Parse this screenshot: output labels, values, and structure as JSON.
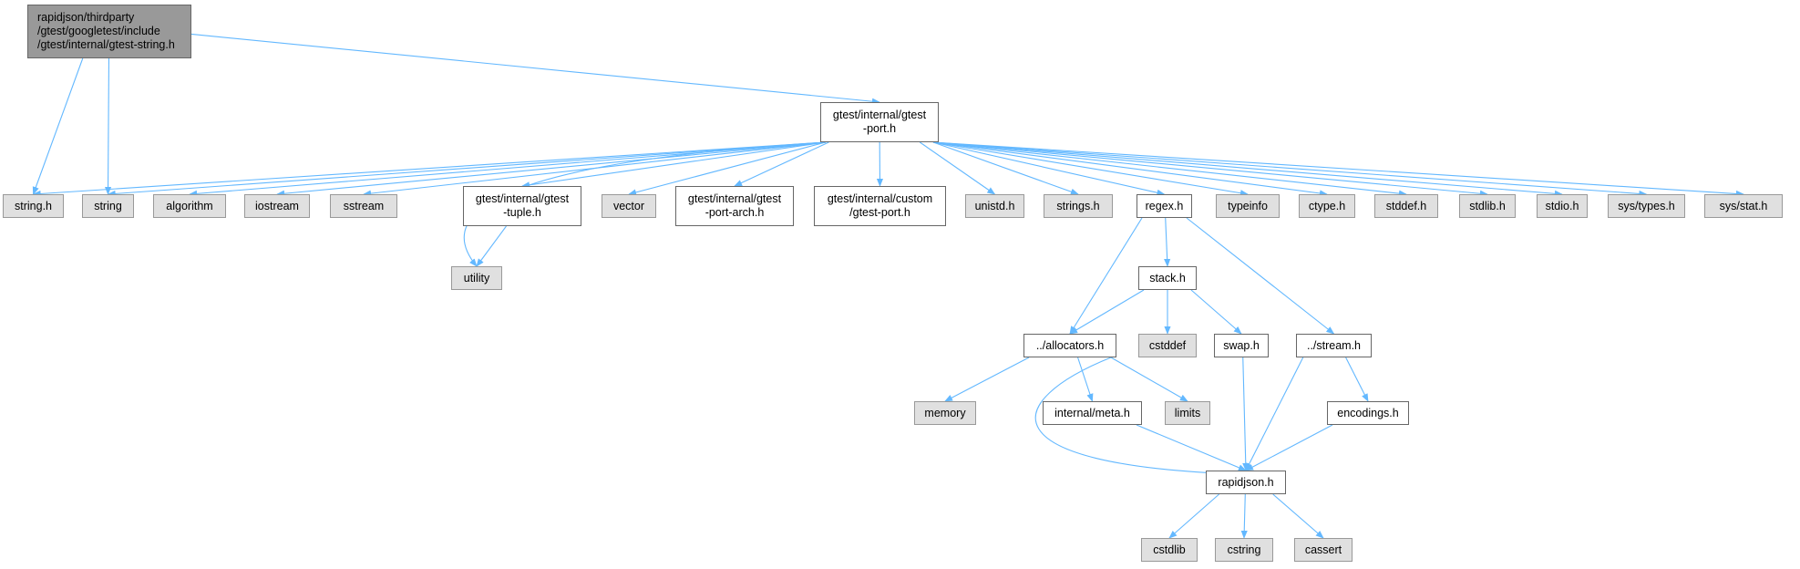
{
  "colors": {
    "edge": "#63b8ff",
    "root_fill": "#999999",
    "doc_fill": "#ffffff",
    "system_fill": "#e0e0e0",
    "border": "#666666"
  },
  "nodes": [
    {
      "id": "root",
      "label": "rapidjson/thirdparty\n/gtest/googletest/include\n/gtest/internal/gtest-string.h",
      "kind": "root"
    },
    {
      "id": "gtest_port",
      "label": "gtest/internal/gtest\n-port.h",
      "kind": "doc"
    },
    {
      "id": "string_h",
      "label": "string.h",
      "kind": "system"
    },
    {
      "id": "string",
      "label": "string",
      "kind": "system"
    },
    {
      "id": "algorithm",
      "label": "algorithm",
      "kind": "system"
    },
    {
      "id": "iostream",
      "label": "iostream",
      "kind": "system"
    },
    {
      "id": "sstream",
      "label": "sstream",
      "kind": "system"
    },
    {
      "id": "gtest_tuple",
      "label": "gtest/internal/gtest\n-tuple.h",
      "kind": "doc"
    },
    {
      "id": "vector",
      "label": "vector",
      "kind": "system"
    },
    {
      "id": "gtest_port_arch",
      "label": "gtest/internal/gtest\n-port-arch.h",
      "kind": "doc"
    },
    {
      "id": "custom_port",
      "label": "gtest/internal/custom\n/gtest-port.h",
      "kind": "doc"
    },
    {
      "id": "unistd",
      "label": "unistd.h",
      "kind": "system"
    },
    {
      "id": "strings_h",
      "label": "strings.h",
      "kind": "system"
    },
    {
      "id": "regex",
      "label": "regex.h",
      "kind": "doc"
    },
    {
      "id": "typeinfo",
      "label": "typeinfo",
      "kind": "system"
    },
    {
      "id": "ctype",
      "label": "ctype.h",
      "kind": "system"
    },
    {
      "id": "stddef",
      "label": "stddef.h",
      "kind": "system"
    },
    {
      "id": "stdlib",
      "label": "stdlib.h",
      "kind": "system"
    },
    {
      "id": "stdio",
      "label": "stdio.h",
      "kind": "system"
    },
    {
      "id": "sys_types",
      "label": "sys/types.h",
      "kind": "system"
    },
    {
      "id": "sys_stat",
      "label": "sys/stat.h",
      "kind": "system"
    },
    {
      "id": "utility",
      "label": "utility",
      "kind": "system"
    },
    {
      "id": "stack",
      "label": "stack.h",
      "kind": "doc"
    },
    {
      "id": "allocators",
      "label": "../allocators.h",
      "kind": "doc"
    },
    {
      "id": "cstddef",
      "label": "cstddef",
      "kind": "system"
    },
    {
      "id": "swap",
      "label": "swap.h",
      "kind": "doc"
    },
    {
      "id": "stream",
      "label": "../stream.h",
      "kind": "doc"
    },
    {
      "id": "memory",
      "label": "memory",
      "kind": "system"
    },
    {
      "id": "meta",
      "label": "internal/meta.h",
      "kind": "doc"
    },
    {
      "id": "limits",
      "label": "limits",
      "kind": "system"
    },
    {
      "id": "encodings",
      "label": "encodings.h",
      "kind": "doc"
    },
    {
      "id": "rapidjson",
      "label": "rapidjson.h",
      "kind": "doc"
    },
    {
      "id": "cstdlib",
      "label": "cstdlib",
      "kind": "system"
    },
    {
      "id": "cstring",
      "label": "cstring",
      "kind": "system"
    },
    {
      "id": "cassert",
      "label": "cassert",
      "kind": "system"
    }
  ],
  "edges": [
    [
      "root",
      "string_h"
    ],
    [
      "root",
      "string"
    ],
    [
      "root",
      "gtest_port"
    ],
    [
      "gtest_port",
      "string_h"
    ],
    [
      "gtest_port",
      "string"
    ],
    [
      "gtest_port",
      "algorithm"
    ],
    [
      "gtest_port",
      "iostream"
    ],
    [
      "gtest_port",
      "sstream"
    ],
    [
      "gtest_port",
      "utility"
    ],
    [
      "gtest_port",
      "gtest_tuple"
    ],
    [
      "gtest_port",
      "vector"
    ],
    [
      "gtest_port",
      "gtest_port_arch"
    ],
    [
      "gtest_port",
      "custom_port"
    ],
    [
      "gtest_port",
      "unistd"
    ],
    [
      "gtest_port",
      "strings_h"
    ],
    [
      "gtest_port",
      "regex"
    ],
    [
      "gtest_port",
      "typeinfo"
    ],
    [
      "gtest_port",
      "ctype"
    ],
    [
      "gtest_port",
      "stddef"
    ],
    [
      "gtest_port",
      "stdlib"
    ],
    [
      "gtest_port",
      "stdio"
    ],
    [
      "gtest_port",
      "sys_types"
    ],
    [
      "gtest_port",
      "sys_stat"
    ],
    [
      "gtest_tuple",
      "utility"
    ],
    [
      "regex",
      "stack"
    ],
    [
      "regex",
      "allocators"
    ],
    [
      "regex",
      "stream"
    ],
    [
      "stack",
      "allocators"
    ],
    [
      "stack",
      "cstddef"
    ],
    [
      "stack",
      "swap"
    ],
    [
      "allocators",
      "memory"
    ],
    [
      "allocators",
      "meta"
    ],
    [
      "allocators",
      "limits"
    ],
    [
      "allocators",
      "rapidjson"
    ],
    [
      "swap",
      "rapidjson"
    ],
    [
      "stream",
      "encodings"
    ],
    [
      "stream",
      "rapidjson"
    ],
    [
      "meta",
      "rapidjson"
    ],
    [
      "encodings",
      "rapidjson"
    ],
    [
      "rapidjson",
      "cstdlib"
    ],
    [
      "rapidjson",
      "cstring"
    ],
    [
      "rapidjson",
      "cassert"
    ]
  ]
}
